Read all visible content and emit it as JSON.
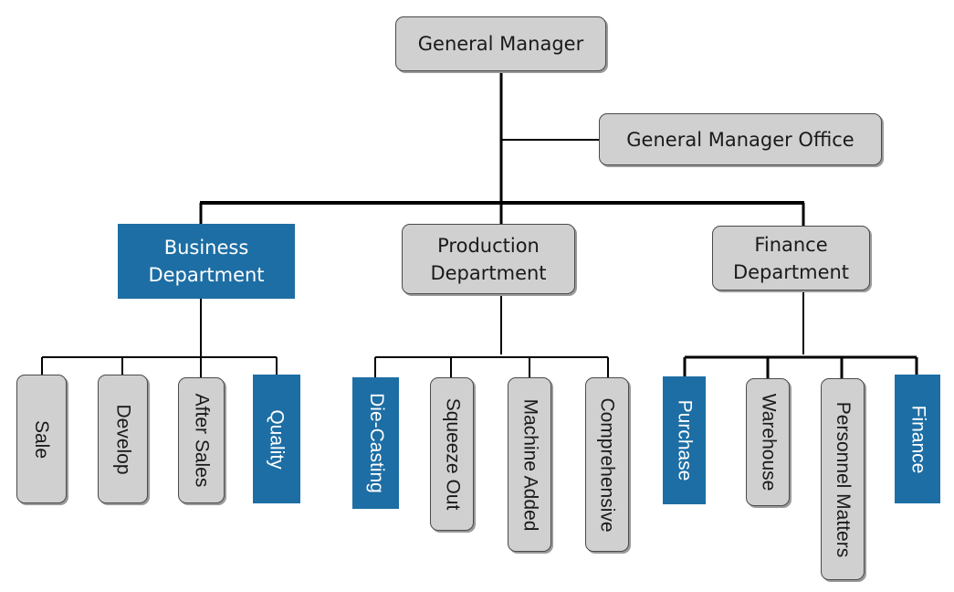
{
  "top": {
    "general_manager": "General Manager",
    "general_manager_office": "General Manager Office"
  },
  "departments": [
    {
      "line1": "Business",
      "line2": "Department",
      "style": "blue",
      "units": [
        {
          "label": "Sale",
          "style": "gray"
        },
        {
          "label": "Develop",
          "style": "gray"
        },
        {
          "label": "After Sales",
          "style": "gray"
        },
        {
          "label": "Quality",
          "style": "blue"
        }
      ]
    },
    {
      "line1": "Production",
      "line2": "Department",
      "style": "gray",
      "units": [
        {
          "label": "Die-Casting",
          "style": "blue"
        },
        {
          "label": "Squeeze Out",
          "style": "gray"
        },
        {
          "label": "Machine Added",
          "style": "gray"
        },
        {
          "label": "Comprehensive",
          "style": "gray"
        }
      ]
    },
    {
      "line1": "Finance",
      "line2": "Department",
      "style": "gray",
      "units": [
        {
          "label": "Purchase",
          "style": "blue"
        },
        {
          "label": "Warehouse",
          "style": "gray"
        },
        {
          "label": "Personnel Matters",
          "style": "gray"
        },
        {
          "label": "Finance",
          "style": "blue"
        }
      ]
    }
  ],
  "colors": {
    "blue": "#1d6ea4",
    "gray": "#d0d0d0",
    "line": "#000000"
  }
}
